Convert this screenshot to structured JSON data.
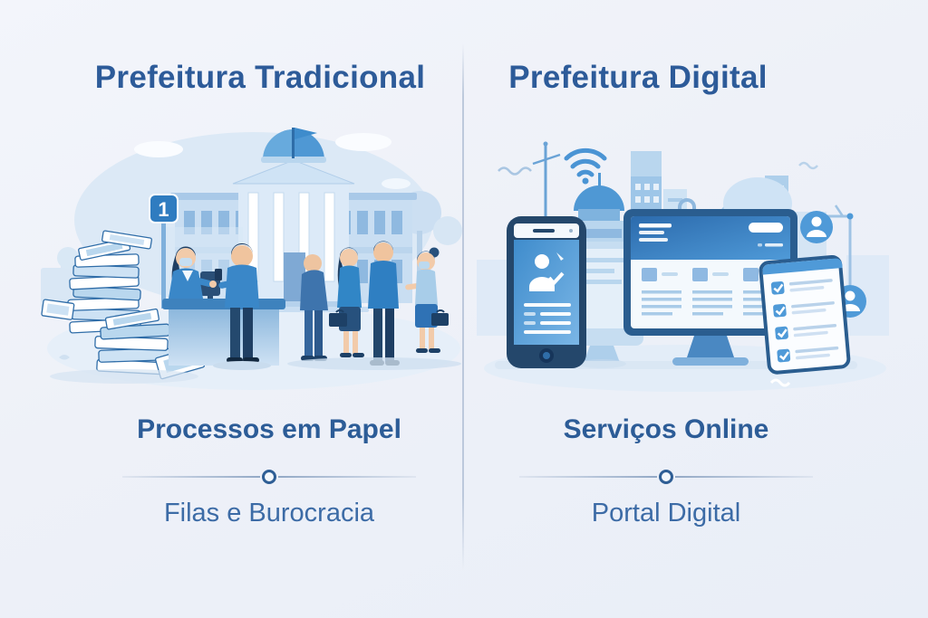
{
  "left_panel": {
    "title": "Prefeitura Tradicional",
    "caption_primary": "Processos em Papel",
    "caption_secondary": "Filas e Burocracia",
    "queue_sign_number": "1"
  },
  "right_panel": {
    "title": "Prefeitura Digital",
    "caption_primary": "Serviços Online",
    "caption_secondary": "Portal Digital"
  },
  "icons": {
    "left": [
      "flag-icon",
      "queue-number-sign",
      "paper-stack-icon",
      "desk-monitor-icon",
      "government-building"
    ],
    "right": [
      "wifi-icon",
      "padlock-icon",
      "user-circle-icon",
      "checklist-icon",
      "smartphone-icon",
      "desktop-monitor-icon",
      "tablet-icon",
      "antenna-icon"
    ]
  },
  "colors": {
    "background": "#eef1f8",
    "title_text": "#2d5b99",
    "caption_bold_text": "#2c5c97",
    "caption_light_text": "#3c6ba6",
    "divider_line": "#93a9c6",
    "divider_dot_ring": "#2e5e95",
    "accent_blue": "#3e8ccc",
    "mid_blue": "#4f98d4",
    "dark_navy": "#24476b",
    "light_blue": "#cfe3f4",
    "outline_blue": "#2f6da8"
  }
}
